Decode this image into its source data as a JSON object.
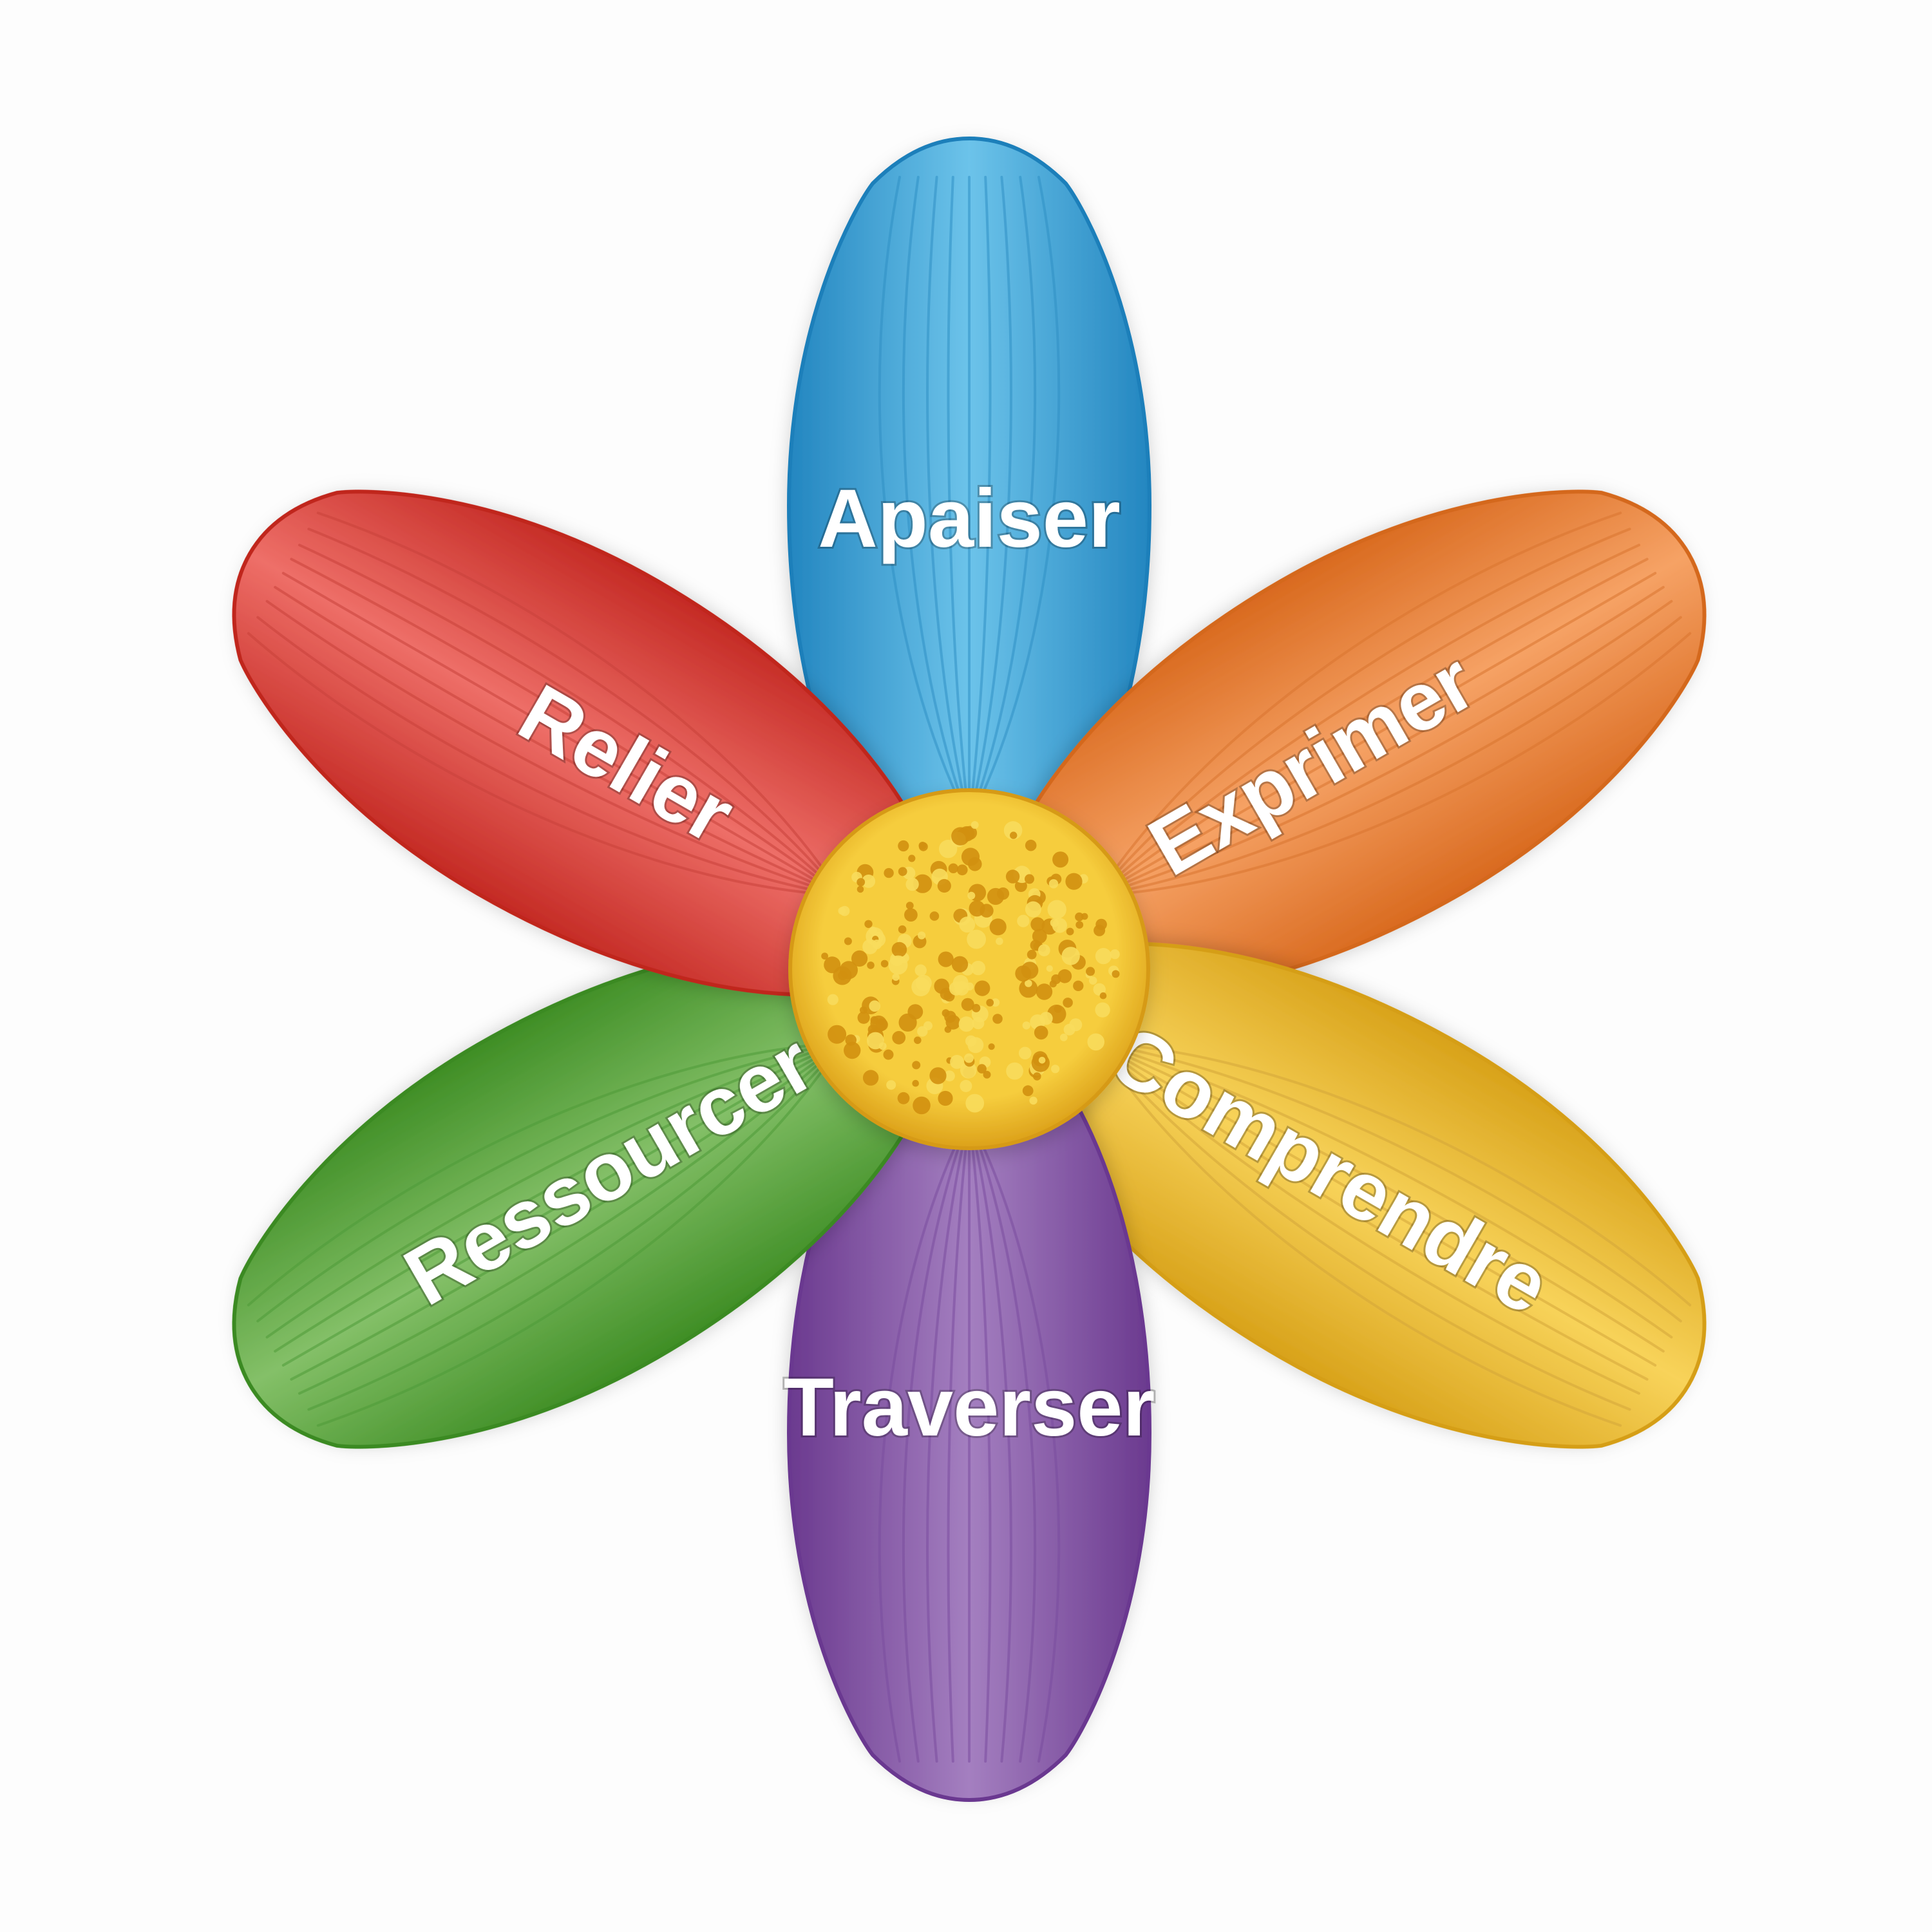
{
  "diagram": {
    "petals": [
      {
        "label": "Apaiser",
        "fill_light": "#6cc3ea",
        "fill_dark": "#2386c0",
        "edge": "#1e7fba",
        "vein": "#2f8fc4"
      },
      {
        "label": "Exprimer",
        "fill_light": "#f6a265",
        "fill_dark": "#d96a1f",
        "edge": "#d4681e",
        "vein": "#d9752f"
      },
      {
        "label": "Comprendre",
        "fill_light": "#f8d35a",
        "fill_dark": "#d8a21a",
        "edge": "#d59e17",
        "vein": "#d4a53a"
      },
      {
        "label": "Traverser",
        "fill_light": "#a47fc0",
        "fill_dark": "#6b3a8f",
        "edge": "#6a3890",
        "vein": "#7a4d9e"
      },
      {
        "label": "Ressourcer",
        "fill_light": "#84c068",
        "fill_dark": "#3f8e25",
        "edge": "#3b8a22",
        "vein": "#4f9a38"
      },
      {
        "label": "Relier",
        "fill_light": "#ee6f68",
        "fill_dark": "#c42a24",
        "edge": "#c0271f",
        "vein": "#c9423b"
      }
    ],
    "center": {
      "fill_light": "#f6cd3d",
      "fill_dark": "#dca11a",
      "edge": "#d69a16",
      "dot_dark": "#d2900f",
      "dot_light": "#f8dc5c"
    }
  }
}
